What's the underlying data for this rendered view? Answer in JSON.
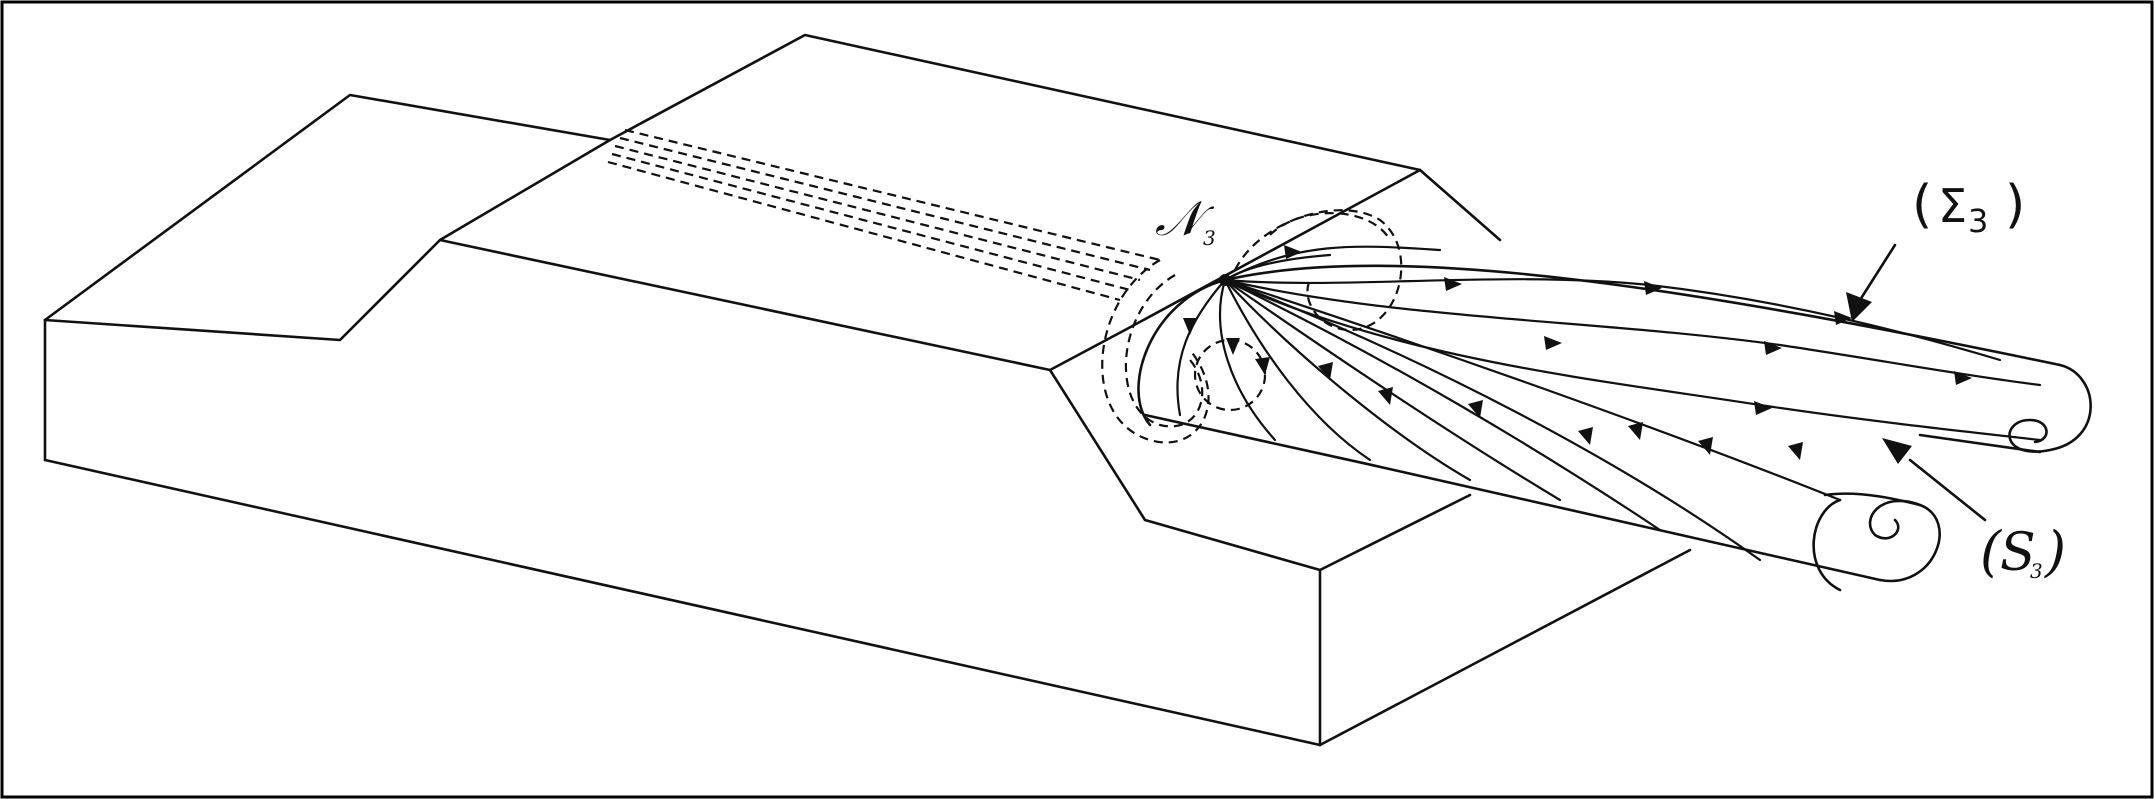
{
  "labels": {
    "critical_point": "𝒩",
    "critical_point_sub": "3",
    "separation_surface_open": "(",
    "separation_surface_symbol": "Σ",
    "separation_surface_sub": "3",
    "separation_surface_close": ")",
    "separation_line_open": "(",
    "separation_line_symbol": "S",
    "separation_line_sub": "3",
    "separation_line_close": ")"
  },
  "colors": {
    "ink": "#111111",
    "paper": "#ffffff",
    "frame": "#000000"
  }
}
